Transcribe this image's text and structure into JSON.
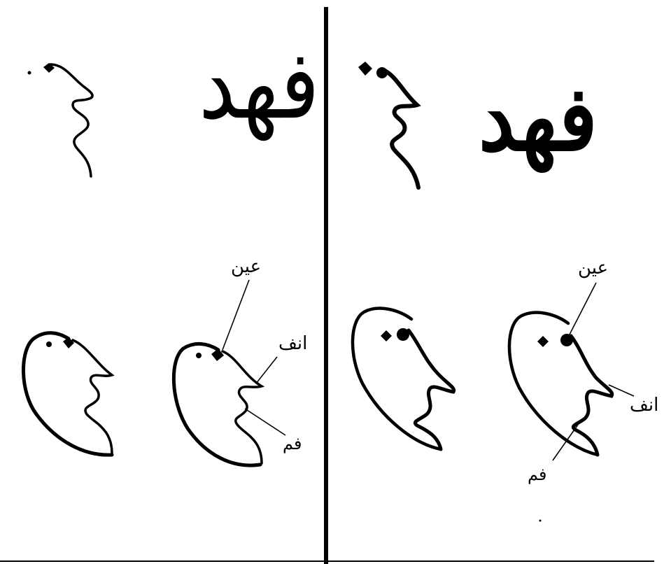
{
  "left": {
    "word": "فهد",
    "labels": {
      "eye": "عين",
      "nose": "انف",
      "mouth": "فم"
    }
  },
  "right": {
    "word": "فهد",
    "labels": {
      "eye": "عين",
      "nose": "انف",
      "mouth": "فم"
    }
  }
}
